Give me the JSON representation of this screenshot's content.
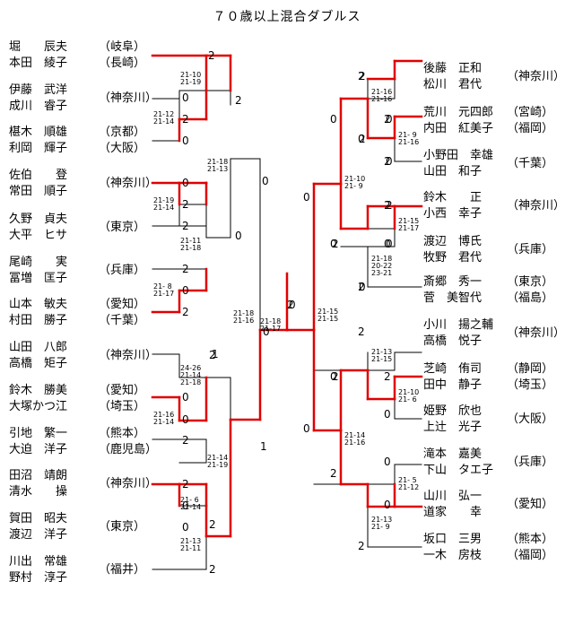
{
  "title": "７０歳以上混合ダブルス",
  "left_teams": [
    {
      "p1": "堀　　辰夫",
      "pr1": "（岐阜）",
      "p2": "本田　綾子",
      "pr2": "（長崎）"
    },
    {
      "p1": "伊藤　武洋",
      "pr1": "（神奈川）",
      "p2": "成川　睿子",
      "pr2": ""
    },
    {
      "p1": "椹木　順雄",
      "pr1": "（京都）",
      "p2": "利岡　輝子",
      "pr2": "（大阪）"
    },
    {
      "p1": "佐伯　　登",
      "pr1": "（神奈川）",
      "p2": "常田　順子",
      "pr2": ""
    },
    {
      "p1": "久野　貞夫",
      "pr1": "（東京）",
      "p2": "大平　ヒサ",
      "pr2": ""
    },
    {
      "p1": "尾崎　　実",
      "pr1": "（兵庫）",
      "p2": "冨増　匡子",
      "pr2": ""
    },
    {
      "p1": "山本　敏夫",
      "pr1": "（愛知）",
      "p2": "村田　勝子",
      "pr2": "（千葉）"
    },
    {
      "p1": "山田　八郎",
      "pr1": "（神奈川）",
      "p2": "高橋　矩子",
      "pr2": ""
    },
    {
      "p1": "鈴木　勝美",
      "pr1": "（愛知）",
      "p2": "大塚かつ江",
      "pr2": "（埼玉）"
    },
    {
      "p1": "引地　繁一",
      "pr1": "（熊本）",
      "p2": "大迫　洋子",
      "pr2": "（鹿児島）"
    },
    {
      "p1": "田沼　靖朗",
      "pr1": "（神奈川）",
      "p2": "清水　　操",
      "pr2": ""
    },
    {
      "p1": "賀田　昭夫",
      "pr1": "（東京）",
      "p2": "渡辺　洋子",
      "pr2": ""
    },
    {
      "p1": "川出　常雄",
      "pr1": "（福井）",
      "p2": "野村　淳子",
      "pr2": ""
    }
  ],
  "right_teams": [
    {
      "p1": "後藤　正和",
      "pr1": "（神奈川）",
      "p2": "松川　君代",
      "pr2": ""
    },
    {
      "p1": "荒川　元四郎",
      "pr1": "（宮崎）",
      "p2": "内田　紅美子",
      "pr2": "（福岡）"
    },
    {
      "p1": "小野田　幸雄",
      "pr1": "（千葉）",
      "p2": "山田　和子",
      "pr2": ""
    },
    {
      "p1": "鈴木　　正",
      "pr1": "（神奈川）",
      "p2": "小西　幸子",
      "pr2": ""
    },
    {
      "p1": "渡辺　博氏",
      "pr1": "（兵庫）",
      "p2": "牧野　君代",
      "pr2": ""
    },
    {
      "p1": "斎郷　秀一",
      "pr1": "（東京）",
      "p2": "菅　美智代",
      "pr2": "（福島）"
    },
    {
      "p1": "小川　揚之輔",
      "pr1": "（神奈川）",
      "p2": "高橋　悦子",
      "pr2": ""
    },
    {
      "p1": "芝崎　侑司",
      "pr1": "（静岡）",
      "p2": "田中　静子",
      "pr2": "（埼玉）"
    },
    {
      "p1": "姫野　欣也",
      "pr1": "（大阪）",
      "p2": "上辻　光子",
      "pr2": ""
    },
    {
      "p1": "滝本　嘉美",
      "pr1": "（兵庫）",
      "p2": "下山　タエ子",
      "pr2": ""
    },
    {
      "p1": "山川　弘一",
      "pr1": "（愛知）",
      "p2": "道家　　幸",
      "pr2": ""
    },
    {
      "p1": "坂口　三男",
      "pr1": "（熊本）",
      "p2": "一木　房枝",
      "pr2": "（福岡）"
    }
  ],
  "match_results": [
    "2",
    "0",
    "2",
    "0",
    "2",
    "0",
    "2",
    "2",
    "0",
    "2",
    "0",
    "2",
    "0",
    "2",
    "0",
    "0",
    "2",
    "1",
    "2",
    "0",
    "2",
    "0",
    "2",
    "0",
    "2",
    "0",
    "0",
    "2",
    "0",
    "2",
    "2",
    "0",
    "2",
    "0",
    "2",
    "0",
    "0",
    "2",
    "2",
    "0",
    "2",
    "0",
    "0",
    "2",
    "1",
    "0",
    "2",
    "2",
    "0",
    "0",
    "2",
    "2",
    "0",
    "0",
    "2"
  ],
  "match_scores": [
    [
      "21-10",
      "21-19"
    ],
    [
      "21-12",
      "21-14"
    ],
    [
      "21-18",
      "21-13"
    ],
    [
      "21-19",
      "21-14"
    ],
    [
      "21-11",
      "21-18"
    ],
    [
      "21- 8",
      "21-17"
    ],
    [
      "21-18",
      "21-16"
    ],
    [
      "24-26",
      "21-14",
      "21-18"
    ],
    [
      "21-16",
      "21-14"
    ],
    [
      "21-14",
      "21-19"
    ],
    [
      "21- 6",
      "21-14"
    ],
    [
      "21-13",
      "21-11"
    ],
    [
      "21-18",
      "21-17"
    ],
    [
      "21-16",
      "21-16"
    ],
    [
      "21- 9",
      "21-16"
    ],
    [
      "21-10",
      "21- 9"
    ],
    [
      "21-15",
      "21-17"
    ],
    [
      "21-18",
      "20-22",
      "23-21"
    ],
    [
      "21-15",
      "21-15"
    ],
    [
      "21-13",
      "21-15"
    ],
    [
      "21-10",
      "21- 6"
    ],
    [
      "21-14",
      "21-16"
    ],
    [
      "21- 5",
      "21-12"
    ],
    [
      "21-13",
      "21- 9"
    ]
  ]
}
